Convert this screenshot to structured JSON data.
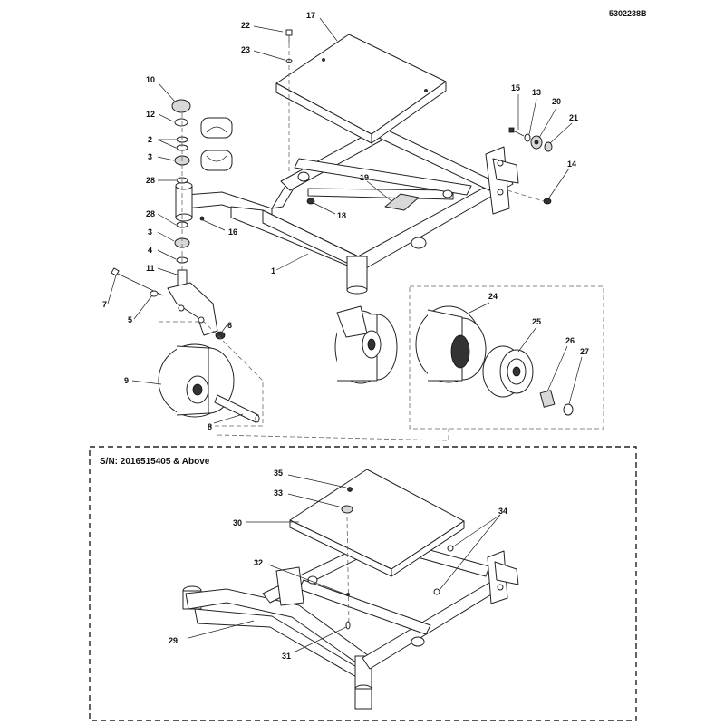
{
  "document_id": "5302238B",
  "serial_box_title": "S/N: 2016515405 & Above",
  "callouts": [
    "1",
    "2",
    "3",
    "4",
    "5",
    "6",
    "7",
    "8",
    "9",
    "10",
    "11",
    "12",
    "13",
    "14",
    "15",
    "16",
    "17",
    "18",
    "19",
    "20",
    "21",
    "22",
    "23",
    "24",
    "25",
    "26",
    "27",
    "28",
    "29",
    "30",
    "31",
    "32",
    "33",
    "34",
    "35"
  ]
}
